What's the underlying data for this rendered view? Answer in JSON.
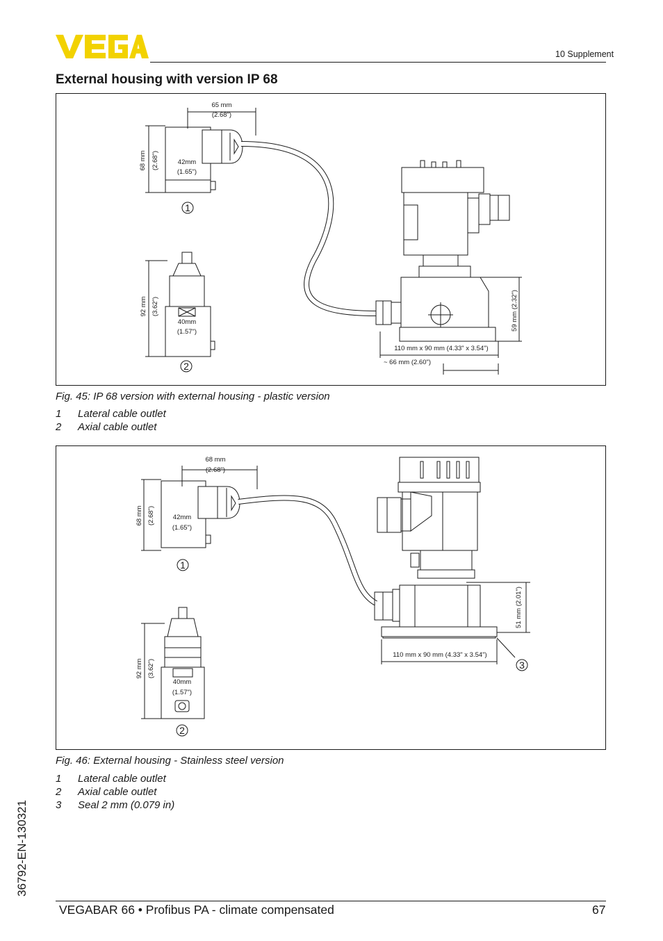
{
  "header": {
    "logo_text": "VEGA",
    "brand_color": "#f2d200",
    "section": "10 Supplement"
  },
  "page_title": "External housing with version IP 68",
  "figure1": {
    "dims": {
      "top_width": "65 mm",
      "top_width_in": "(2.68\")",
      "height_a": "68 mm",
      "height_a_in": "(2.68\")",
      "dia_a": "42mm",
      "dia_a_in": "(1.65\")",
      "height_b": "92 mm",
      "height_b_in": "(3.62\")",
      "dia_b": "40mm",
      "dia_b_in": "(1.57\")",
      "right_height": "59 mm (2.32\")",
      "base": "110 mm x 90 mm (4.33\" x 3.54\")",
      "offset": "~ 66 mm (2.60\")"
    },
    "callouts": [
      "1",
      "2"
    ],
    "caption": "Fig. 45: IP 68 version with external housing - plastic version",
    "legend": [
      {
        "num": "1",
        "text": "Lateral cable outlet"
      },
      {
        "num": "2",
        "text": "Axial cable outlet"
      }
    ]
  },
  "figure2": {
    "dims": {
      "top_width": "68 mm",
      "top_width_in": "(2.68\")",
      "height_a": "68 mm",
      "height_a_in": "(2.68\")",
      "dia_a": "42mm",
      "dia_a_in": "(1.65\")",
      "height_b": "92 mm",
      "height_b_in": "(3.62\")",
      "dia_b": "40mm",
      "dia_b_in": "(1.57\")",
      "right_height": "51 mm (2.01\")",
      "base": "110 mm x 90 mm (4.33\" x 3.54\")"
    },
    "callouts": [
      "1",
      "2",
      "3"
    ],
    "caption": "Fig. 46: External housing - Stainless steel version",
    "legend": [
      {
        "num": "1",
        "text": "Lateral cable outlet"
      },
      {
        "num": "2",
        "text": "Axial cable outlet"
      },
      {
        "num": "3",
        "text": "Seal 2 mm (0.079 in)"
      }
    ]
  },
  "doc_number": "36792-EN-130321",
  "footer": {
    "title": "VEGABAR 66 • Profibus PA - climate compensated",
    "page_number": "67"
  }
}
